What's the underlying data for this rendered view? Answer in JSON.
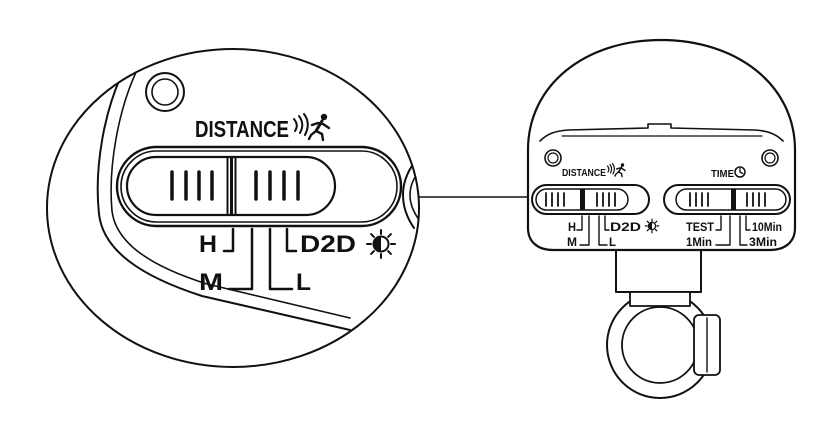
{
  "figure": {
    "colors": {
      "line": "#111111",
      "background": "#ffffff"
    },
    "icons": [
      "motion-wave-icon",
      "running-man-icon",
      "sun-icon",
      "clock-icon"
    ]
  },
  "zoom_view": {
    "distance_label": "DISTANCE",
    "setting_labels": {
      "h": "H",
      "m": "M",
      "l": "L",
      "d2d": "D2D"
    }
  },
  "device": {
    "distance_label": "DISTANCE",
    "time_label": "TIME",
    "distance_settings": {
      "h": "H",
      "m": "M",
      "l": "L",
      "d2d": "D2D"
    },
    "time_settings": {
      "test": "TEST",
      "one_min": "1Min",
      "ten_min": "10Min",
      "three_min": "3Min"
    }
  }
}
